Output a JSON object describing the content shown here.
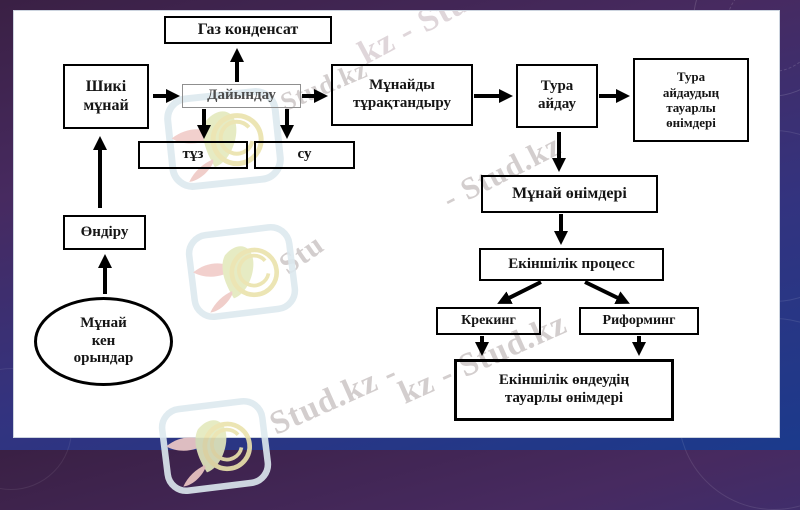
{
  "watermark": {
    "brand": "Stud.kz",
    "logo_icon": "hummingbird-logo-icon",
    "instances": [
      {
        "text": "kz - Stud."
      },
      {
        "text": "Stud.kz"
      },
      {
        "text": "- Stud.kz"
      },
      {
        "text": "Stu"
      },
      {
        "text": "kz - Stud.kz"
      },
      {
        "text": "Stud.kz -"
      }
    ]
  },
  "diagram": {
    "nodes": {
      "gas_condensate": {
        "label": "Газ конденсат"
      },
      "raw_oil": {
        "label": "Шикі\nмұнай"
      },
      "preparation": {
        "label": "Дайындау"
      },
      "stabilization": {
        "label": "Мұнайды\nтұрақтандыру"
      },
      "direct_distillation": {
        "label": "Тура\nайдау"
      },
      "direct_distillation_products": {
        "label": "Тура\nайдаудың\nтауарлы\nөнімдері"
      },
      "salt": {
        "label": "тұз"
      },
      "water": {
        "label": "су"
      },
      "extraction": {
        "label": "Өндіру"
      },
      "oil_fields": {
        "label": "Мұнай\nкен\nорындар"
      },
      "oil_products": {
        "label": "Мұнай өнімдері"
      },
      "secondary_process": {
        "label": "Екіншілік процесс"
      },
      "cracking": {
        "label": "Крекинг"
      },
      "reforming": {
        "label": "Риформинг"
      },
      "secondary_products": {
        "label": "Екіншілік өндеудің\nтауарлы өнімдері"
      }
    },
    "edges": [
      {
        "from": "oil_fields",
        "to": "extraction"
      },
      {
        "from": "extraction",
        "to": "raw_oil"
      },
      {
        "from": "raw_oil",
        "to": "preparation"
      },
      {
        "from": "preparation",
        "to": "gas_condensate"
      },
      {
        "from": "preparation",
        "to": "salt"
      },
      {
        "from": "preparation",
        "to": "water"
      },
      {
        "from": "preparation",
        "to": "stabilization"
      },
      {
        "from": "stabilization",
        "to": "direct_distillation"
      },
      {
        "from": "direct_distillation",
        "to": "direct_distillation_products"
      },
      {
        "from": "direct_distillation",
        "to": "oil_products"
      },
      {
        "from": "oil_products",
        "to": "secondary_process"
      },
      {
        "from": "secondary_process",
        "to": "cracking"
      },
      {
        "from": "secondary_process",
        "to": "reforming"
      },
      {
        "from": "cracking",
        "to": "secondary_products"
      },
      {
        "from": "reforming",
        "to": "secondary_products"
      }
    ]
  },
  "colors": {
    "frame_top": "#3a2044",
    "frame_bottom": "#1b3a8c",
    "canvas": "#ffffff",
    "box_border": "#000000",
    "box_text": "#151515",
    "preparation_text": "#4d4d4d",
    "watermark_text": "#c9c2c2"
  }
}
